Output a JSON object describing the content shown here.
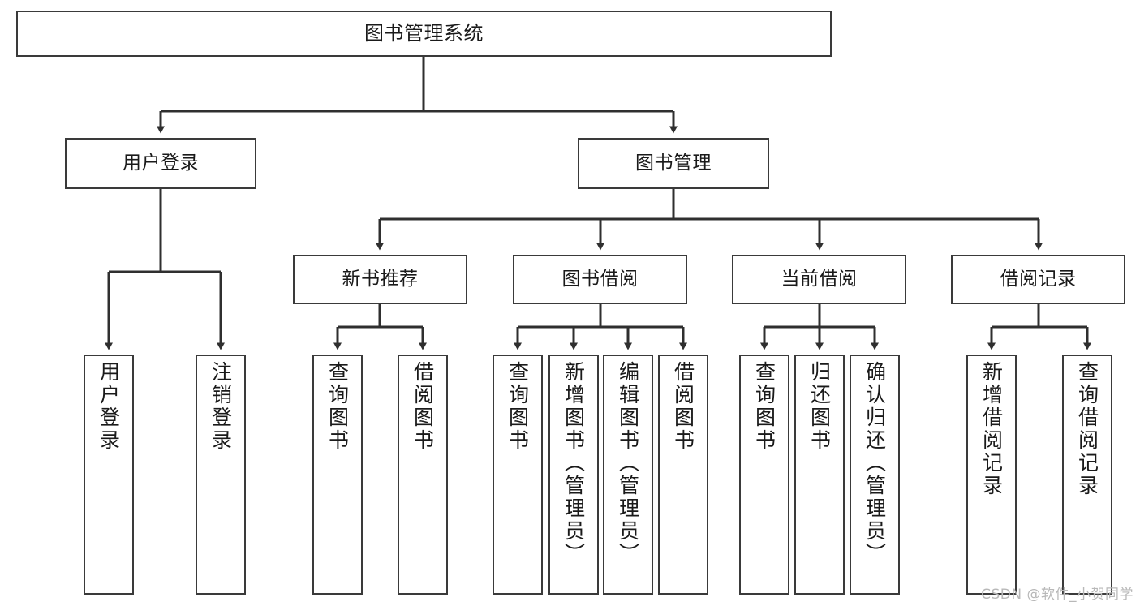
{
  "diagram": {
    "type": "tree",
    "title": "图书管理系统",
    "watermark": "CSDN @软件_小贺同学",
    "colors": {
      "box_border": "#3a3a3a",
      "box_fill": "#ffffff",
      "connector": "#2f2f2f",
      "text": "#1a1a1a",
      "watermark": "#b8b8b8"
    },
    "nodes": {
      "root": {
        "label": "图书管理系统"
      },
      "level2": [
        {
          "label": "用户登录"
        },
        {
          "label": "图书管理"
        }
      ],
      "level3": [
        {
          "label": "新书推荐"
        },
        {
          "label": "图书借阅"
        },
        {
          "label": "当前借阅"
        },
        {
          "label": "借阅记录"
        }
      ],
      "leaves": {
        "user_login": [
          {
            "label": "用户登录"
          },
          {
            "label": "注销登录"
          }
        ],
        "new_book": [
          {
            "label": "查询图书"
          },
          {
            "label": "借阅图书"
          }
        ],
        "book_borrow": [
          {
            "label": "查询图书"
          },
          {
            "label": "新增图书（管理员）"
          },
          {
            "label": "编辑图书（管理员）"
          },
          {
            "label": "借阅图书"
          }
        ],
        "current_borrow": [
          {
            "label": "查询图书"
          },
          {
            "label": "归还图书"
          },
          {
            "label": "确认归还（管理员）"
          }
        ],
        "borrow_record": [
          {
            "label": "新增借阅记录"
          },
          {
            "label": "查询借阅记录"
          }
        ]
      }
    }
  }
}
